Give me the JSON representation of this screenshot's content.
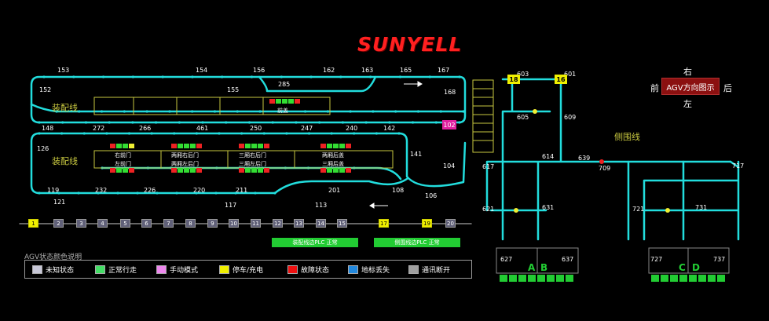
{
  "logo": "SUNYELL",
  "direction": {
    "button": "AGV方向图示",
    "front": "前",
    "back": "后",
    "right": "右",
    "left": "左"
  },
  "sections": {
    "assembly_line": "装配线",
    "loading_line": "装配线",
    "side_wall_line": "侧围线",
    "badge": "102"
  },
  "nodes_left": [
    "153",
    "154",
    "156",
    "162",
    "163",
    "165",
    "167",
    "152",
    "155",
    "285",
    "168",
    "148",
    "272",
    "266",
    "461",
    "250",
    "247",
    "240",
    "142",
    "126",
    "141",
    "104",
    "119",
    "232",
    "226",
    "220",
    "211",
    "201",
    "108",
    "106",
    "121",
    "117",
    "113"
  ],
  "nodes_right": [
    "603",
    "601",
    "605",
    "609",
    "617",
    "614",
    "639",
    "709",
    "717",
    "621",
    "631",
    "721",
    "731",
    "627",
    "637",
    "727",
    "737"
  ],
  "station_boxes": [
    "18",
    "16"
  ],
  "agvs": [
    {
      "name": "前盖",
      "colors": [
        "r",
        "g",
        "g",
        "g",
        "r"
      ]
    },
    {
      "name": "右前门",
      "colors": [
        "r",
        "g",
        "g",
        "y"
      ]
    },
    {
      "name": "左前门",
      "colors": [
        "r",
        "g",
        "g",
        "r"
      ]
    },
    {
      "name": "两厢右后门",
      "colors": [
        "r",
        "g",
        "g",
        "g",
        "r"
      ]
    },
    {
      "name": "两厢左后门",
      "colors": [
        "r",
        "g",
        "g",
        "g",
        "r"
      ]
    },
    {
      "name": "三厢右后门",
      "colors": [
        "r",
        "g",
        "g",
        "g",
        "r"
      ]
    },
    {
      "name": "三厢左后门",
      "colors": [
        "r",
        "g",
        "g",
        "g",
        "r"
      ]
    },
    {
      "name": "两厢后盖",
      "colors": [
        "r",
        "g",
        "g",
        "g",
        "r"
      ]
    },
    {
      "name": "三厢后盖",
      "colors": [
        "r",
        "g",
        "g",
        "g",
        "r"
      ]
    }
  ],
  "agv_cells": [
    "1",
    "2",
    "3",
    "4",
    "5",
    "6",
    "7",
    "8",
    "9",
    "10",
    "11",
    "12",
    "13",
    "14",
    "15",
    "17",
    "19",
    "20"
  ],
  "plc_status": [
    "装配线边PLC 正常",
    "侧围线边PLC 正常"
  ],
  "legend": {
    "title": "AGV状态颜色说明",
    "items": [
      {
        "label": "未知状态",
        "color": "#c8c8d8"
      },
      {
        "label": "正常行走",
        "color": "#44dd66"
      },
      {
        "label": "手动模式",
        "color": "#ee88ee"
      },
      {
        "label": "停车/充电",
        "color": "#f0f000"
      },
      {
        "label": "故障状态",
        "color": "#ee1111"
      },
      {
        "label": "地标丢失",
        "color": "#2288dd"
      },
      {
        "label": "通讯断开",
        "color": "#a0a0a0"
      }
    ]
  },
  "zones": [
    "A",
    "B",
    "C",
    "D"
  ]
}
